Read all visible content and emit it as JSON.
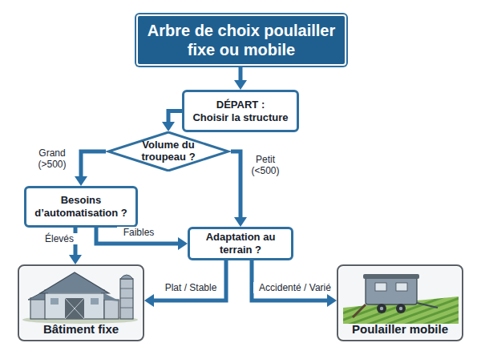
{
  "diagram": {
    "nodes": [
      {
        "text": [
          "Arbre de choix poulailler fixe ou mobile"
        ]
      },
      {
        "text": [
          "DÉPART :",
          "Choisir la structure"
        ]
      },
      {
        "text": [
          "Volume du troupeau ?"
        ]
      },
      {
        "text": [
          "Besoins d’automatisation ?"
        ]
      },
      {
        "text": [
          "Adaptation au terrain ?"
        ]
      },
      {
        "text": [
          "Bâtiment fixe"
        ]
      },
      {
        "text": [
          "Poulailler mobile"
        ]
      }
    ],
    "edges": [
      {
        "from": 0,
        "to": 1,
        "arrow": "to"
      },
      {
        "from": 1,
        "to": 2,
        "arrow": "to"
      },
      {
        "from": 2,
        "to": 3,
        "label": "Grand (>500)",
        "arrow": "to"
      },
      {
        "from": 2,
        "to": 4,
        "label": "Petit (<500)",
        "arrow": "to"
      },
      {
        "from": 3,
        "to": 5,
        "label": "Élevés",
        "arrow": "to"
      },
      {
        "from": 3,
        "to": 4,
        "label": "Faibles",
        "arrow": "to"
      },
      {
        "from": 4,
        "to": 5,
        "label": "Plat / Stable",
        "arrow": "to"
      },
      {
        "from": 4,
        "to": 6,
        "label": "Accidenté / Varié",
        "arrow": "to"
      }
    ]
  }
}
